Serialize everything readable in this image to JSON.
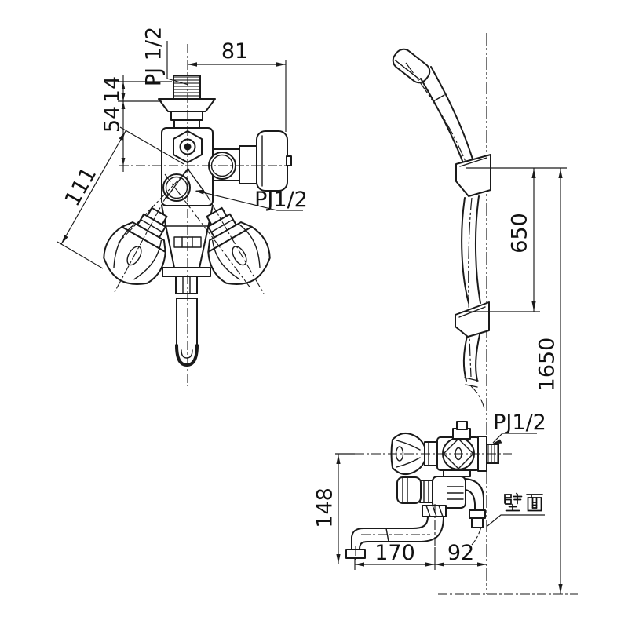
{
  "drawing": {
    "kind": "faucet-dimension-drawing",
    "line_color": "#1a1a1a",
    "background": "#ffffff",
    "front_view": {
      "thread_label": "PJ 1/2",
      "outlet_label": "PJ1/2",
      "dim_width": "81",
      "dim_thread_length": "14",
      "dim_body_top": "54",
      "dim_handle_span": "111"
    },
    "side_view": {
      "inlet_label": "PJ1/2",
      "wall_label": "壁面",
      "dim_spout_drop": "148",
      "dim_spout_reach": "170",
      "dim_wall_offset": "92",
      "dim_hook_spacing": "650",
      "dim_mount_height": "1650"
    }
  }
}
